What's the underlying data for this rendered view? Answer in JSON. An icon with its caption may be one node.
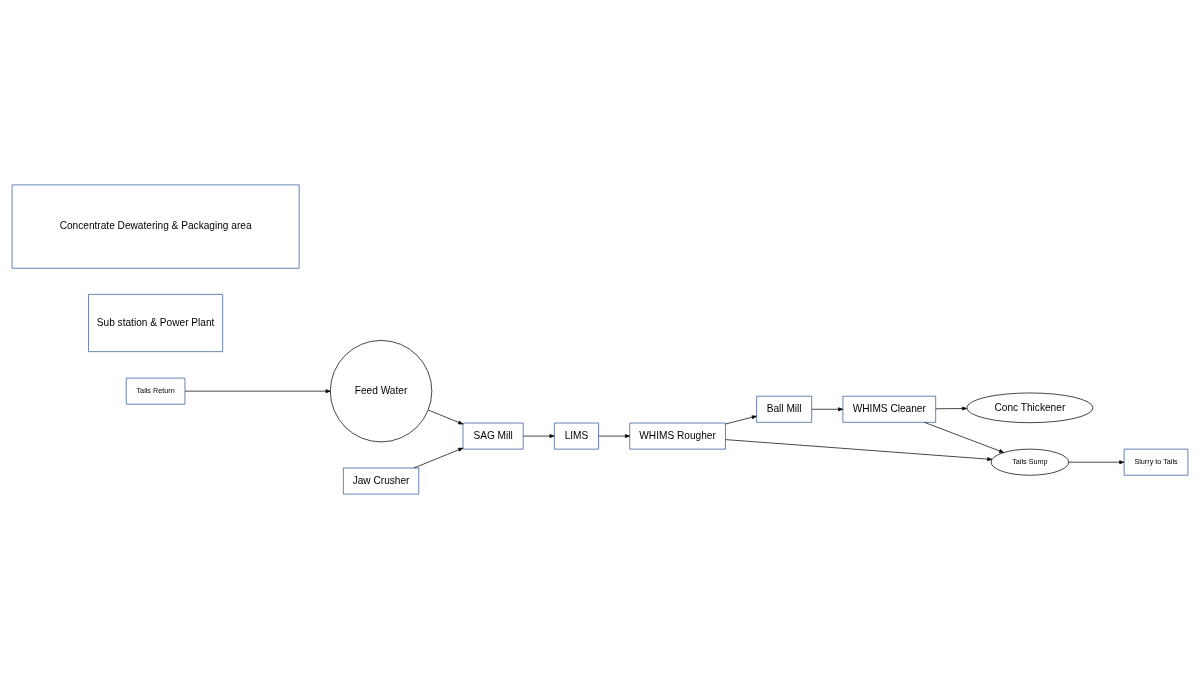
{
  "diagram": {
    "nodes": [
      {
        "text": [
          "Tails Return"
        ]
      },
      {
        "text": [
          "Feed Water"
        ]
      },
      {
        "text": [
          "Jaw Crusher"
        ]
      },
      {
        "text": [
          "SAG Mill"
        ]
      },
      {
        "text": [
          "LIMS"
        ]
      },
      {
        "text": [
          "Slurry to Tails"
        ]
      },
      {
        "text": [
          "Ball Mill"
        ]
      },
      {
        "text": [
          "Tails Sump"
        ]
      },
      {
        "text": [
          "Conc Thickener"
        ]
      },
      {
        "text": [
          "WHIMS Cleaner"
        ]
      },
      {
        "text": [
          "WHIMS Rougher"
        ]
      },
      {
        "text": [
          "Sub station & Power Plant"
        ]
      },
      {
        "text": [
          "Concentrate Dewatering & Packaging area"
        ]
      }
    ],
    "edges": [
      {
        "from": 0,
        "to": 1,
        "arrow": "to"
      },
      {
        "from": 1,
        "to": 3,
        "arrow": "to"
      },
      {
        "from": 2,
        "to": 3,
        "arrow": "to"
      },
      {
        "from": 3,
        "to": 4,
        "arrow": "to"
      },
      {
        "from": 4,
        "to": 10,
        "arrow": "to"
      },
      {
        "from": 10,
        "to": 7,
        "arrow": "to"
      },
      {
        "from": 10,
        "to": 6,
        "arrow": "to"
      },
      {
        "from": 6,
        "to": 9,
        "arrow": "to"
      },
      {
        "from": 9,
        "to": 8,
        "arrow": "to"
      },
      {
        "from": 9,
        "to": 7,
        "arrow": "to"
      },
      {
        "from": 7,
        "to": 5,
        "arrow": "to"
      }
    ]
  }
}
